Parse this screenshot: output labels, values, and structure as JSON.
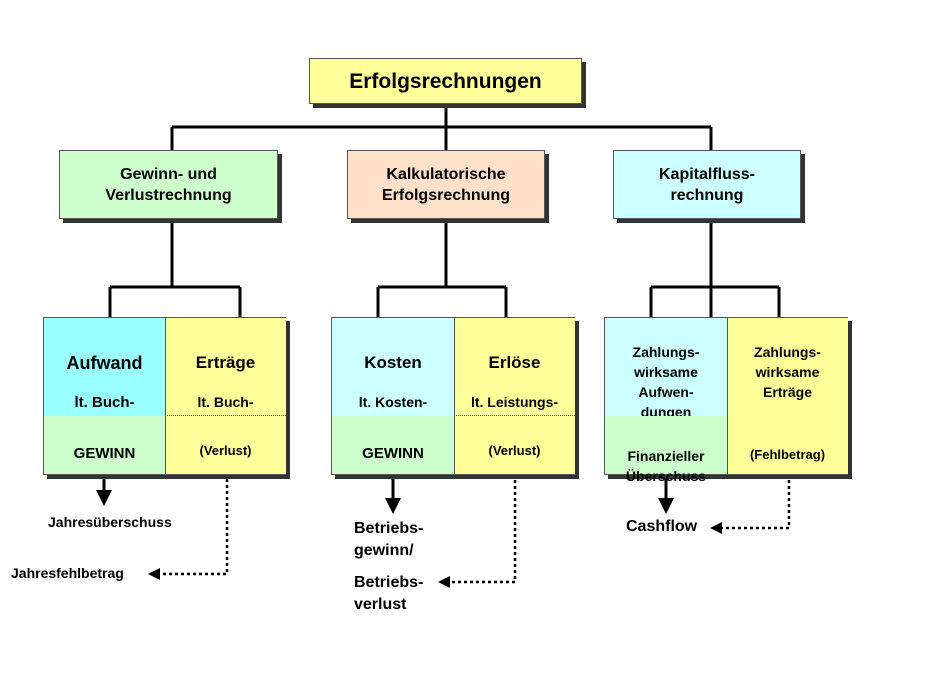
{
  "colors": {
    "yellow": "#ffff99",
    "green": "#ccffcc",
    "peach": "#ffe0c8",
    "cyan": "#ccffff",
    "cyan_strong": "#99ffff",
    "line": "#000000"
  },
  "root": {
    "title": "Erfolgsrechnungen"
  },
  "branches": [
    {
      "title": "Gewinn- und\nVerlustrechnung",
      "left_head": "Aufwand",
      "left_sub": "lt. Buch-\nführung",
      "right_head": "Erträge",
      "right_sub": "lt. Buch-\nführung",
      "left_bottom": "GEWINN",
      "right_bottom": "(Verlust)",
      "result_positive": "Jahresüberschuss",
      "result_negative": "Jahresfehlbetrag"
    },
    {
      "title": "Kalkulatorische\nErfolgsrechnung",
      "left_head": "Kosten",
      "left_sub": "lt. Kosten-\nrechnung",
      "right_head": "Erlöse",
      "right_sub": "lt. Leistungs-\nrechnung",
      "left_bottom": "GEWINN",
      "right_bottom": "(Verlust)",
      "result_positive": "Betriebs-\ngewinn/",
      "result_negative": "Betriebs-\nverlust"
    },
    {
      "title": "Kapitalfluss-\nrechnung",
      "left_head": "Zahlungs-\nwirksame\nAufwen-\ndungen",
      "right_head": "Zahlungs-\nwirksame\nErträge",
      "left_bottom": "Finanzieller\nÜberschuss",
      "right_bottom": "(Fehlbetrag)",
      "result": "Cashflow"
    }
  ]
}
